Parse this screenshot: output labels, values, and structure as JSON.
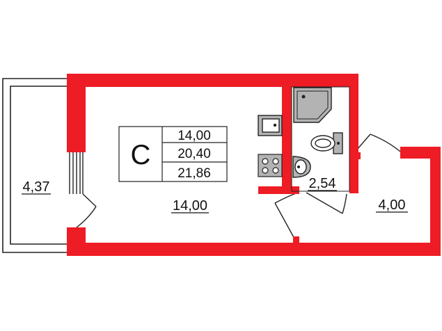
{
  "colors": {
    "wall": "#ee1c24",
    "outline": "#222222",
    "fixture": "#b3b3b3"
  },
  "legend": {
    "letter": "C",
    "values": [
      "14,00",
      "20,40",
      "21,86"
    ]
  },
  "rooms": {
    "balcony": "4,37",
    "main": "14,00",
    "bathroom": "2,54",
    "hall": "4,00"
  }
}
